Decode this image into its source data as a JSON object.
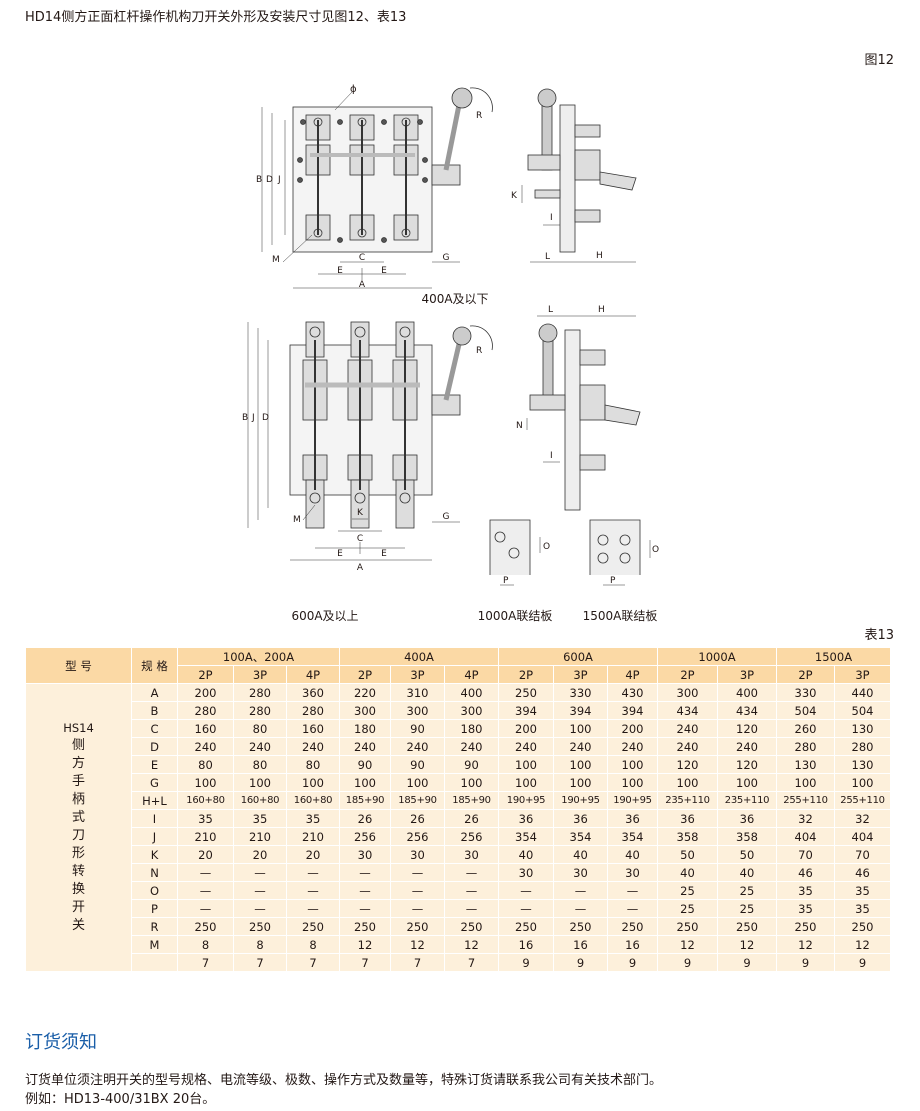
{
  "title": "HD14侧方正面杠杆操作机构刀开关外形及安装尺寸见图12、表13",
  "figure_label": "图12",
  "table_label": "表13",
  "drawings": {
    "caption_400": "400A及以下",
    "caption_600": "600A及以上",
    "caption_1000": "1000A联结板",
    "caption_1500": "1500A联结板",
    "dims": {
      "A": "A",
      "B": "B",
      "C": "C",
      "D": "D",
      "E": "E",
      "G": "G",
      "H": "H",
      "I": "I",
      "J": "J",
      "K": "K",
      "L": "L",
      "M": "M",
      "N": "N",
      "O": "O",
      "P": "P",
      "R": "R",
      "phi": "ϕ"
    }
  },
  "table": {
    "model_header": "型 号",
    "spec_header": "规 格",
    "groups": [
      {
        "label": "100A、200A",
        "poles": [
          "2P",
          "3P",
          "4P"
        ]
      },
      {
        "label": "400A",
        "poles": [
          "2P",
          "3P",
          "4P"
        ]
      },
      {
        "label": "600A",
        "poles": [
          "2P",
          "3P",
          "4P"
        ]
      },
      {
        "label": "1000A",
        "poles": [
          "2P",
          "3P"
        ]
      },
      {
        "label": "1500A",
        "poles": [
          "2P",
          "3P"
        ]
      }
    ],
    "model_code": "HS14",
    "model_name_chars": [
      "侧",
      "方",
      "手",
      "柄",
      "式",
      "刀",
      "形",
      "转",
      "换",
      "开",
      "关"
    ],
    "rows": [
      {
        "spec": "A",
        "values": [
          "200",
          "280",
          "360",
          "220",
          "310",
          "400",
          "250",
          "330",
          "430",
          "300",
          "400",
          "330",
          "440"
        ]
      },
      {
        "spec": "B",
        "values": [
          "280",
          "280",
          "280",
          "300",
          "300",
          "300",
          "394",
          "394",
          "394",
          "434",
          "434",
          "504",
          "504"
        ]
      },
      {
        "spec": "C",
        "values": [
          "160",
          "80",
          "160",
          "180",
          "90",
          "180",
          "200",
          "100",
          "200",
          "240",
          "120",
          "260",
          "130"
        ]
      },
      {
        "spec": "D",
        "values": [
          "240",
          "240",
          "240",
          "240",
          "240",
          "240",
          "240",
          "240",
          "240",
          "240",
          "240",
          "280",
          "280"
        ]
      },
      {
        "spec": "E",
        "values": [
          "80",
          "80",
          "80",
          "90",
          "90",
          "90",
          "100",
          "100",
          "100",
          "120",
          "120",
          "130",
          "130"
        ]
      },
      {
        "spec": "G",
        "values": [
          "100",
          "100",
          "100",
          "100",
          "100",
          "100",
          "100",
          "100",
          "100",
          "100",
          "100",
          "100",
          "100"
        ]
      },
      {
        "spec": "H+L",
        "values": [
          "160+80",
          "160+80",
          "160+80",
          "185+90",
          "185+90",
          "185+90",
          "190+95",
          "190+95",
          "190+95",
          "235+110",
          "235+110",
          "255+110",
          "255+110"
        ]
      },
      {
        "spec": "I",
        "values": [
          "35",
          "35",
          "35",
          "26",
          "26",
          "26",
          "36",
          "36",
          "36",
          "36",
          "36",
          "32",
          "32"
        ]
      },
      {
        "spec": "J",
        "values": [
          "210",
          "210",
          "210",
          "256",
          "256",
          "256",
          "354",
          "354",
          "354",
          "358",
          "358",
          "404",
          "404"
        ]
      },
      {
        "spec": "K",
        "values": [
          "20",
          "20",
          "20",
          "30",
          "30",
          "30",
          "40",
          "40",
          "40",
          "50",
          "50",
          "70",
          "70"
        ]
      },
      {
        "spec": "N",
        "values": [
          "—",
          "—",
          "—",
          "—",
          "—",
          "—",
          "30",
          "30",
          "30",
          "40",
          "40",
          "46",
          "46"
        ]
      },
      {
        "spec": "O",
        "values": [
          "—",
          "—",
          "—",
          "—",
          "—",
          "—",
          "—",
          "—",
          "—",
          "25",
          "25",
          "35",
          "35"
        ]
      },
      {
        "spec": "P",
        "values": [
          "—",
          "—",
          "—",
          "—",
          "—",
          "—",
          "—",
          "—",
          "—",
          "25",
          "25",
          "35",
          "35"
        ]
      },
      {
        "spec": "R",
        "values": [
          "250",
          "250",
          "250",
          "250",
          "250",
          "250",
          "250",
          "250",
          "250",
          "250",
          "250",
          "250",
          "250"
        ]
      },
      {
        "spec": "M",
        "values": [
          "8",
          "8",
          "8",
          "12",
          "12",
          "12",
          "16",
          "16",
          "16",
          "12",
          "12",
          "12",
          "12"
        ]
      },
      {
        "spec": "",
        "values": [
          "7",
          "7",
          "7",
          "7",
          "7",
          "7",
          "9",
          "9",
          "9",
          "9",
          "9",
          "9",
          "9"
        ]
      }
    ]
  },
  "order": {
    "heading": "订货须知",
    "line1": "订货单位须注明开关的型号规格、电流等级、极数、操作方式及数量等，特殊订货请联系我公司有关技术部门。",
    "line2": "例如：HD13-400/31BX  20台。"
  },
  "colors": {
    "header_bg": "#fbd9a5",
    "cell_bg": "#fdf0db",
    "heading_blue": "#1a5ea8"
  }
}
